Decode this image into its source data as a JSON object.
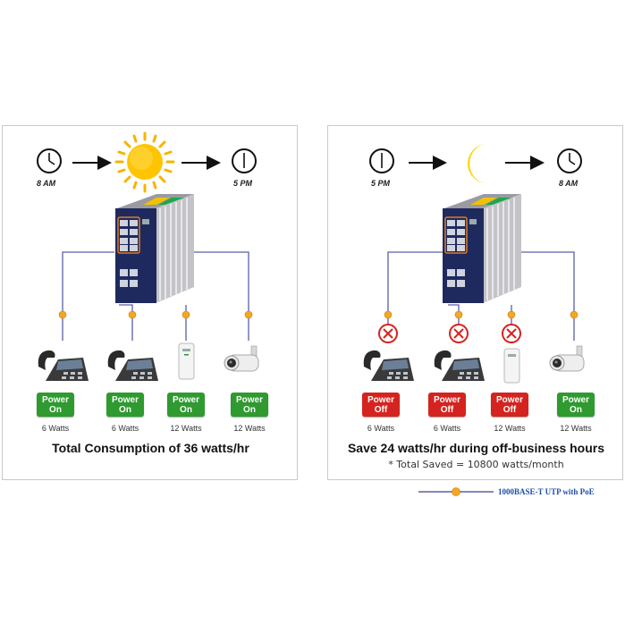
{
  "colors": {
    "switch_body": "#1e2a5e",
    "fin_gray": "#c4c4c8",
    "cable": "#5b5fa8",
    "poe_dot": "#f5a623",
    "power_on": "#2e9a2f",
    "power_off": "#d5231f",
    "sun": "#f6b400",
    "moon": "#ffd400",
    "legend_text": "#1f4fa8"
  },
  "day_panel": {
    "start_time": "8 AM",
    "end_time": "5 PM",
    "celestial_icon": "sun-icon",
    "devices": [
      {
        "icon": "ip-phone-icon",
        "status_line1": "Power",
        "status_line2": "On",
        "status": "on",
        "watts": "6 Watts"
      },
      {
        "icon": "ip-phone-icon",
        "status_line1": "Power",
        "status_line2": "On",
        "status": "on",
        "watts": "6 Watts"
      },
      {
        "icon": "access-point-icon",
        "status_line1": "Power",
        "status_line2": "On",
        "status": "on",
        "watts": "12 Watts"
      },
      {
        "icon": "ip-camera-icon",
        "status_line1": "Power",
        "status_line2": "On",
        "status": "on",
        "watts": "12 Watts"
      }
    ],
    "summary": "Total Consumption of 36 watts/hr"
  },
  "night_panel": {
    "start_time": "5 PM",
    "end_time": "8 AM",
    "celestial_icon": "moon-icon",
    "devices": [
      {
        "icon": "ip-phone-icon",
        "status_line1": "Power",
        "status_line2": "Off",
        "status": "off",
        "watts": "6 Watts"
      },
      {
        "icon": "ip-phone-icon",
        "status_line1": "Power",
        "status_line2": "Off",
        "status": "off",
        "watts": "6 Watts"
      },
      {
        "icon": "access-point-icon",
        "status_line1": "Power",
        "status_line2": "Off",
        "status": "off",
        "watts": "12 Watts"
      },
      {
        "icon": "ip-camera-icon",
        "status_line1": "Power",
        "status_line2": "On",
        "status": "on",
        "watts": "12 Watts"
      }
    ],
    "summary": "Save 24 watts/hr during off-business hours",
    "subsummary": "* Total Saved = 10800 watts/month"
  },
  "legend": {
    "label": "1000BASE-T UTP with PoE"
  }
}
